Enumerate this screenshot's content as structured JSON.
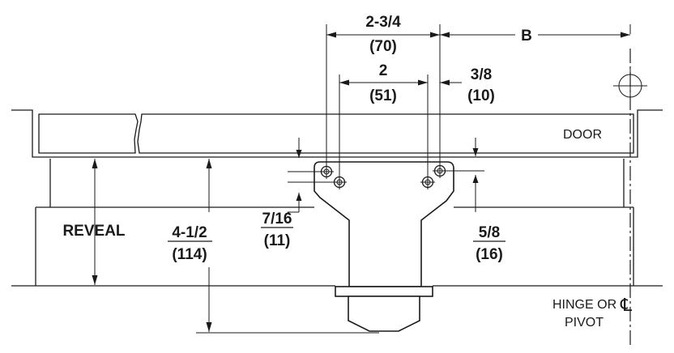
{
  "labels": {
    "dim_top_frac": "2-3/4",
    "dim_top_mm": "(70)",
    "dim_b": "B",
    "dim_mid_frac": "2",
    "dim_mid_mm": "(51)",
    "dim_right_frac": "3/8",
    "dim_right_mm": "(10)",
    "door": "DOOR",
    "reveal": "REVEAL",
    "dim_height_frac": "4-1/2",
    "dim_height_mm": "(114)",
    "dim_small_frac": "7/16",
    "dim_small_mm": "(11)",
    "dim_plate_frac": "5/8",
    "dim_plate_mm": "(16)",
    "hinge_line1": "HINGE OR",
    "hinge_line2": "PIVOT",
    "centerline_symbol": "℄"
  }
}
